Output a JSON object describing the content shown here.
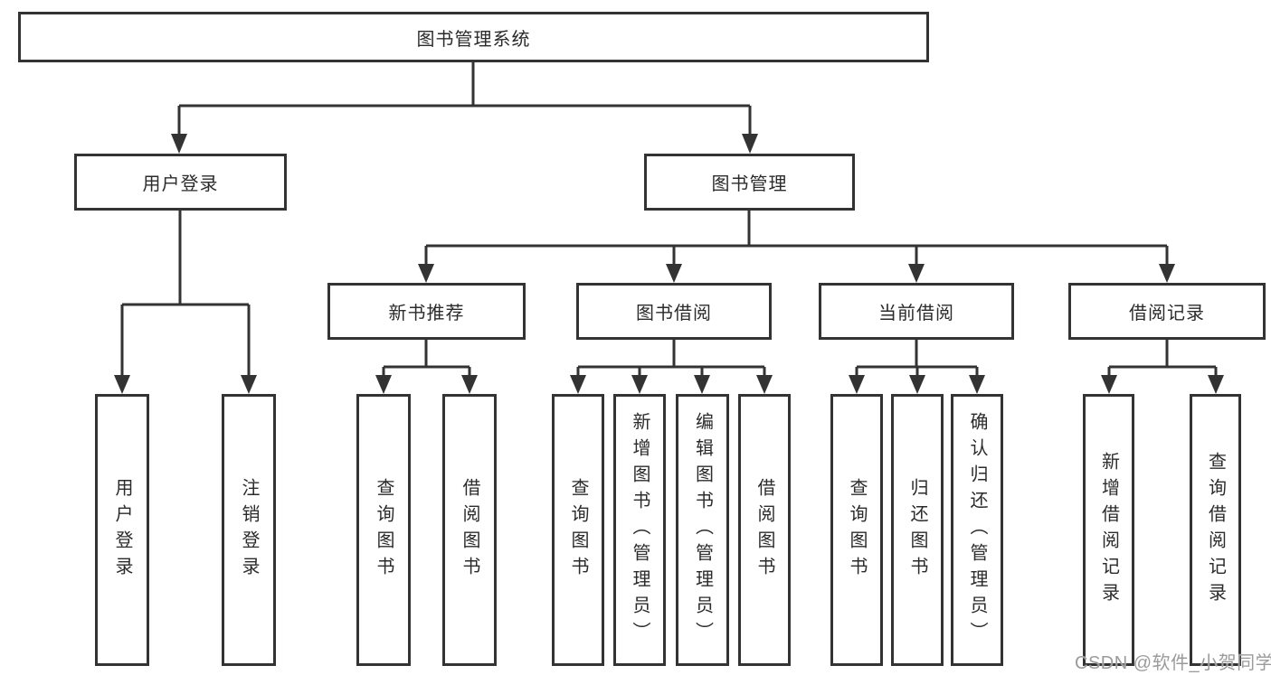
{
  "tree": {
    "label": "图书管理系统",
    "children": [
      {
        "label": "用户登录",
        "children": [
          {
            "label": "用户登录"
          },
          {
            "label": "注销登录"
          }
        ]
      },
      {
        "label": "图书管理",
        "children": [
          {
            "label": "新书推荐",
            "children": [
              {
                "label": "查询图书"
              },
              {
                "label": "借阅图书"
              }
            ]
          },
          {
            "label": "图书借阅",
            "children": [
              {
                "label": "查询图书"
              },
              {
                "label": "新增图书（管理员）"
              },
              {
                "label": "编辑图书（管理员）"
              },
              {
                "label": "借阅图书"
              }
            ]
          },
          {
            "label": "当前借阅",
            "children": [
              {
                "label": "查询图书"
              },
              {
                "label": "归还图书"
              },
              {
                "label": "确认归还（管理员）"
              }
            ]
          },
          {
            "label": "借阅记录",
            "children": [
              {
                "label": "新增借阅记录"
              },
              {
                "label": "查询借阅记录"
              }
            ]
          }
        ]
      }
    ]
  },
  "watermark": "CSDN @软件_小贺同学",
  "colors": {
    "line": "#333333",
    "text": "#2b2b2b",
    "background": "#ffffff",
    "watermark": "#9b9b9b"
  }
}
